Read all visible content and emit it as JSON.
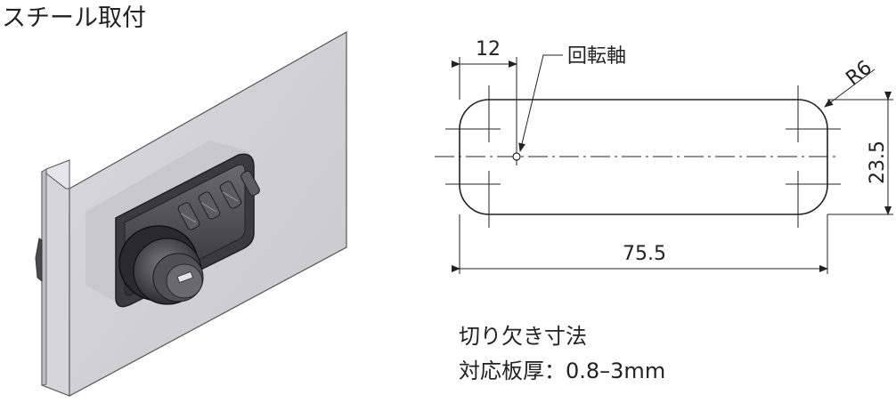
{
  "title": "スチール取付",
  "drawing": {
    "dim_offset": "12",
    "pivot_label": "回転軸",
    "radius_label": "R6",
    "height_label": "23.5",
    "width_label": "75.5"
  },
  "notes": {
    "line1": "切り欠き寸法",
    "line2": "対応板厚：0.8–3mm"
  }
}
